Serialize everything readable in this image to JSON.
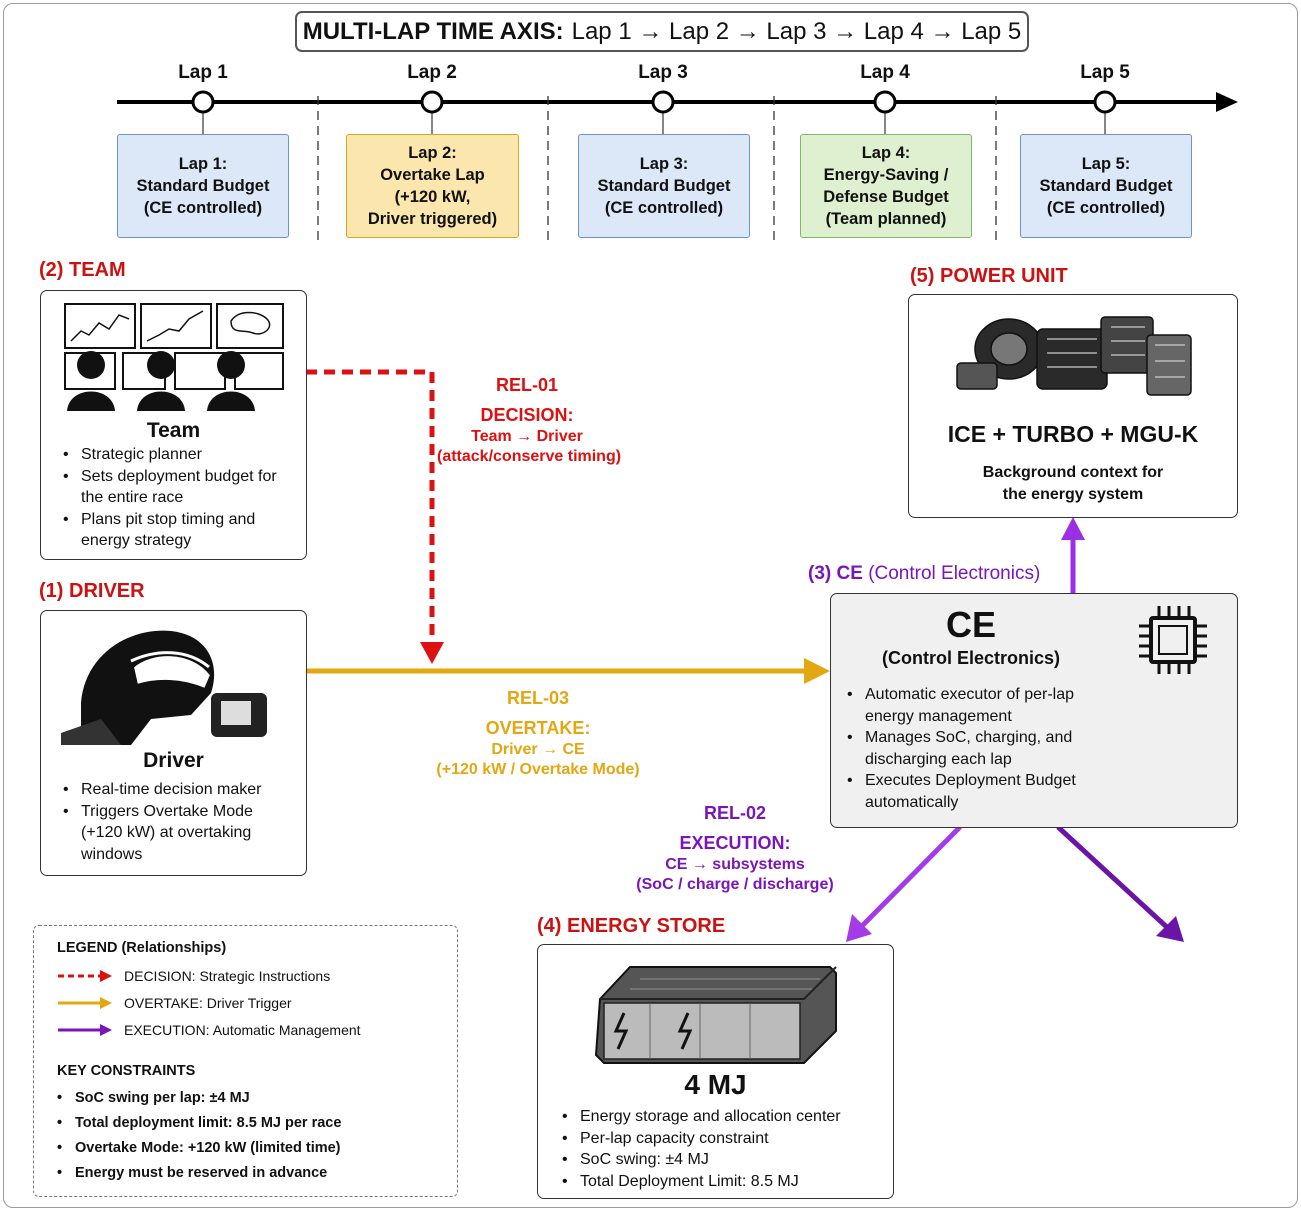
{
  "title": {
    "prefix": "MULTI-LAP TIME AXIS:",
    "rest": "Lap 1 → Lap 2 → Lap 3 → Lap 4 → Lap 5"
  },
  "timeline": {
    "laps": [
      "Lap 1",
      "Lap 2",
      "Lap 3",
      "Lap 4",
      "Lap 5"
    ],
    "boxes": [
      {
        "lines": [
          "Lap 1:",
          "Standard Budget",
          "(CE controlled)"
        ],
        "color": "#dce8f8"
      },
      {
        "lines": [
          "Lap 2:",
          "Overtake Lap",
          "(+120 kW,",
          "Driver triggered)"
        ],
        "color": "#fbe7ae"
      },
      {
        "lines": [
          "Lap 3:",
          "Standard Budget",
          "(CE controlled)"
        ],
        "color": "#dce8f8"
      },
      {
        "lines": [
          "Lap 4:",
          "Energy-Saving /",
          "Defense Budget",
          "(Team planned)"
        ],
        "color": "#dff0d0"
      },
      {
        "lines": [
          "Lap 5:",
          "Standard Budget",
          "(CE controlled)"
        ],
        "color": "#dce8f8"
      }
    ]
  },
  "team": {
    "section": "(2) TEAM",
    "name": "Team",
    "bullets": [
      "Strategic planner",
      "Sets deployment budget for the entire race",
      "Plans pit stop timing and energy strategy"
    ]
  },
  "driver": {
    "section": "(1) DRIVER",
    "name": "Driver",
    "bullets": [
      "Real-time decision maker",
      "Triggers Overtake Mode (+120 kW) at overtaking windows"
    ]
  },
  "power_unit": {
    "section": "(5) POWER UNIT",
    "name": "ICE + TURBO + MGU-K",
    "desc_1": "Background context for",
    "desc_2": "the energy system"
  },
  "ce": {
    "section_main": "(3) CE",
    "section_sub": "(Control Electronics)",
    "name": "CE",
    "subtitle": "(Control Electronics)",
    "bullets": [
      "Automatic executor of per-lap energy management",
      "Manages SoC, charging, and discharging each lap",
      "Executes Deployment Budget automatically"
    ]
  },
  "energy_store": {
    "section": "(4) ENERGY STORE",
    "name": "4 MJ",
    "bullets": [
      "Energy storage and allocation center",
      "Per-lap capacity constraint",
      "SoC swing: ±4 MJ",
      "Total Deployment Limit: 8.5 MJ"
    ]
  },
  "relations": {
    "rel01": {
      "id": "REL-01",
      "type": "DECISION:",
      "flow": "Team → Driver",
      "detail": "(attack/conserve timing)",
      "color": "#dd1111"
    },
    "rel03": {
      "id": "REL-03",
      "type": "OVERTAKE:",
      "flow": "Driver → CE",
      "detail": "(+120 kW / Overtake Mode)",
      "color": "#e3a712"
    },
    "rel02": {
      "id": "REL-02",
      "type": "EXECUTION:",
      "flow": "CE → subsystems",
      "detail": "(SoC / charge / discharge)",
      "color": "#7a16b8"
    }
  },
  "legend": {
    "title": "LEGEND (Relationships)",
    "items": [
      {
        "bold": "DECISION:",
        "text": " Strategic Instructions",
        "color": "#dd1111"
      },
      {
        "bold": "OVERTAKE:",
        "text": " Driver Trigger",
        "color": "#e3a712"
      },
      {
        "bold": "EXECUTION:",
        "text": " Automatic Management",
        "color": "#7a16b8"
      }
    ],
    "constraints_title": "KEY CONSTRAINTS",
    "constraints": [
      "SoC swing per lap: ±4 MJ",
      "Total deployment limit: 8.5 MJ per race",
      "Overtake Mode: +120 kW (limited time)",
      "Energy must be reserved in advance"
    ]
  }
}
